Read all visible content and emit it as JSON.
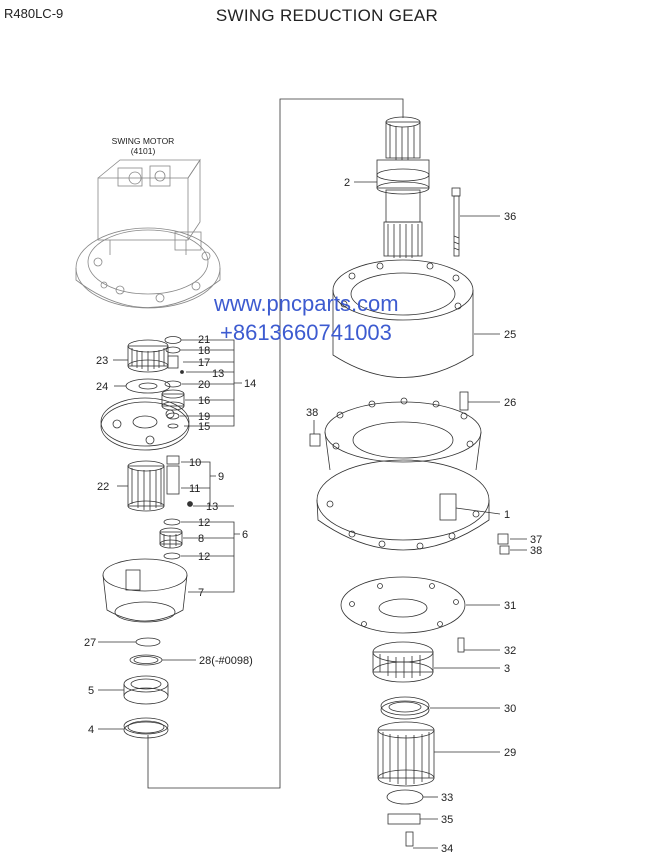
{
  "header": {
    "model": "R480LC-9",
    "title": "SWING REDUCTION GEAR"
  },
  "motor": {
    "label_line1": "SWING MOTOR",
    "label_line2": "(4101)"
  },
  "watermark": {
    "url": "www.pncparts.com",
    "phone": "+8613660741003"
  },
  "callouts": {
    "c1": "1",
    "c2": "2",
    "c3": "3",
    "c4": "4",
    "c5": "5",
    "c6": "6",
    "c7": "7",
    "c8": "8",
    "c9": "9",
    "c10": "10",
    "c11": "11",
    "c12a": "12",
    "c12b": "12",
    "c13a": "13",
    "c13b": "13",
    "c14": "14",
    "c15": "15",
    "c16": "16",
    "c17": "17",
    "c18": "18",
    "c19": "19",
    "c20": "20",
    "c21": "21",
    "c22": "22",
    "c23": "23",
    "c24": "24",
    "c25": "25",
    "c26": "26",
    "c27": "27",
    "c28": "28(-#0098)",
    "c29": "29",
    "c30": "30",
    "c31": "31",
    "c32": "32",
    "c33": "33",
    "c34": "34",
    "c35": "35",
    "c36": "36",
    "c37": "37",
    "c38a": "38",
    "c38b": "38"
  }
}
